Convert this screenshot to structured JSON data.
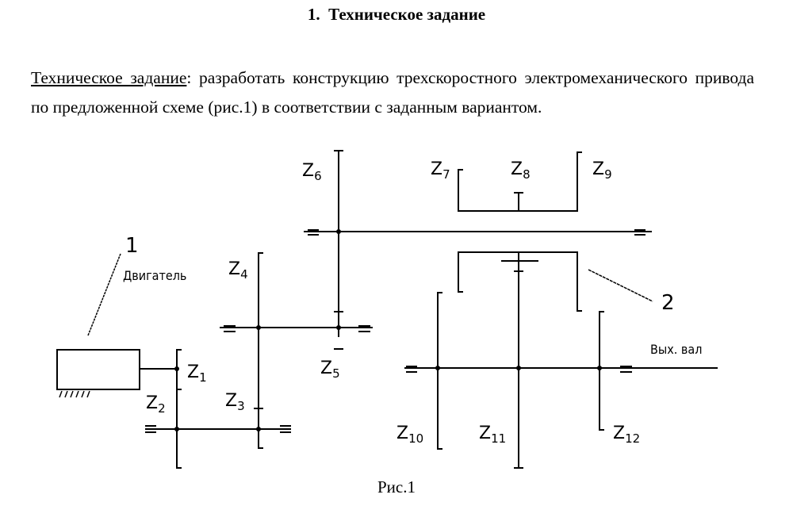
{
  "heading": {
    "number": "1.",
    "title": "Техническое задание"
  },
  "paragraph": {
    "term": "Техническое задание",
    "text": ": разработать конструкцию трехскоростного электромеханического привода по предложенной схеме (рис.1) в соответствии с заданным вариантом."
  },
  "figure": {
    "caption": "Рис.1",
    "callouts": {
      "motor_number": "1",
      "motor_label": "Двигатель",
      "block_number": "2",
      "output_label": "Вых. вал"
    },
    "gears": [
      {
        "z": "Z",
        "sub": "1"
      },
      {
        "z": "Z",
        "sub": "2"
      },
      {
        "z": "Z",
        "sub": "3"
      },
      {
        "z": "Z",
        "sub": "4"
      },
      {
        "z": "Z",
        "sub": "5"
      },
      {
        "z": "Z",
        "sub": "6"
      },
      {
        "z": "Z",
        "sub": "7"
      },
      {
        "z": "Z",
        "sub": "8"
      },
      {
        "z": "Z",
        "sub": "9"
      },
      {
        "z": "Z",
        "sub": "10"
      },
      {
        "z": "Z",
        "sub": "11"
      },
      {
        "z": "Z",
        "sub": "12"
      }
    ]
  }
}
